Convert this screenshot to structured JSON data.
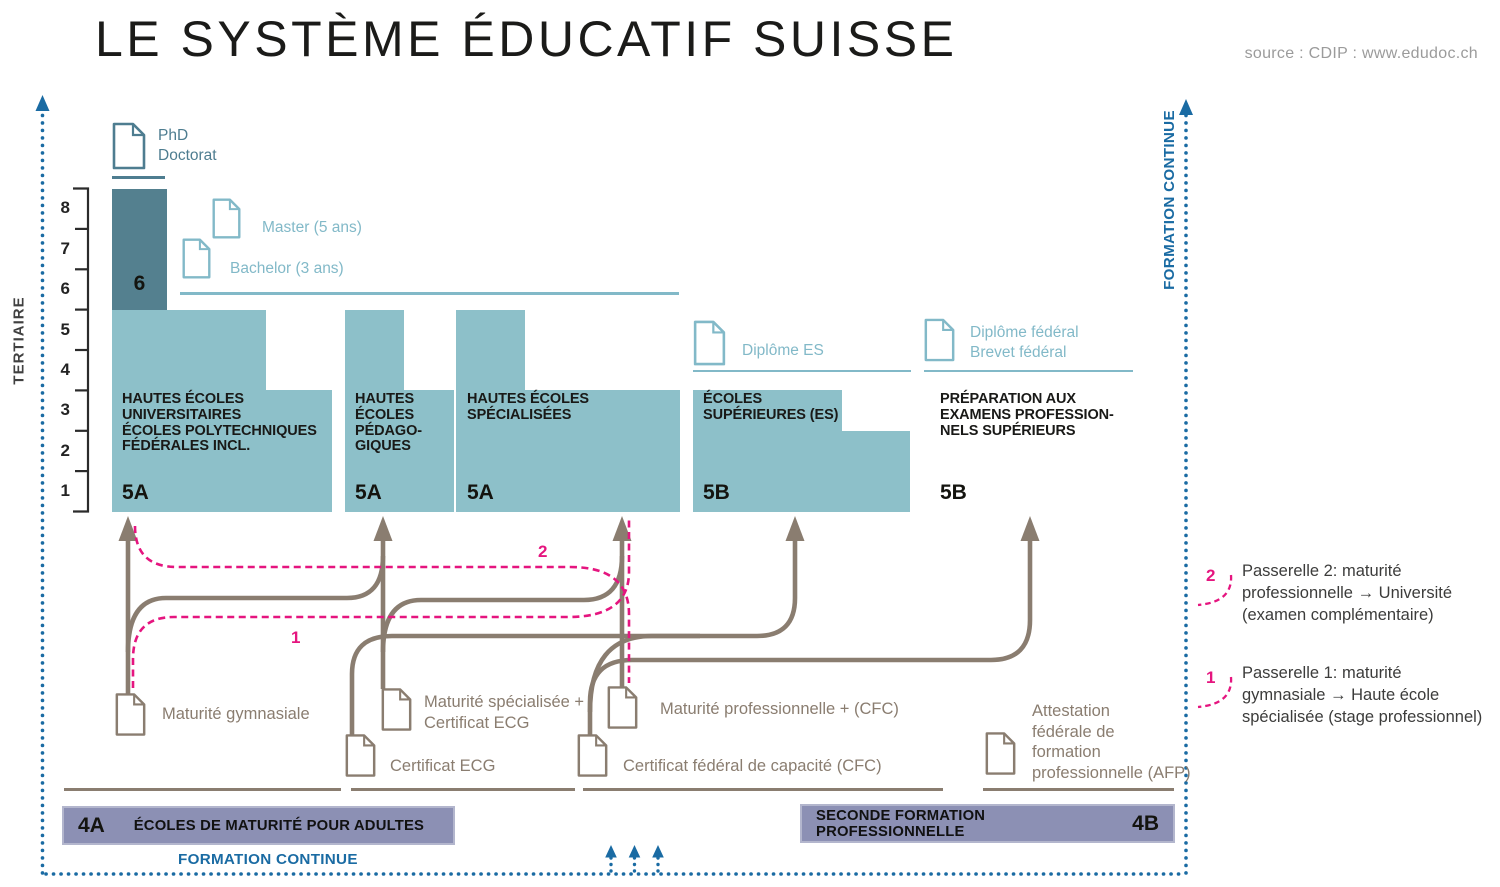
{
  "title": "LE SYSTÈME ÉDUCATIF SUISSE",
  "source": "source : CDIP : www.edudoc.ch",
  "left_axis": {
    "label": "TERTIAIRE",
    "levels": [
      "8",
      "7",
      "6",
      "5",
      "4",
      "3",
      "2",
      "1"
    ]
  },
  "right_axis": {
    "label": "FORMATION CONTINUE"
  },
  "bottom_axis": {
    "label": "FORMATION CONTINUE"
  },
  "degrees": {
    "phd": {
      "lines": [
        "PhD",
        "Doctorat"
      ]
    },
    "master": {
      "label": "Master (5 ans)"
    },
    "bachelor": {
      "label": "Bachelor (3 ans)"
    },
    "diplome_es": {
      "label": "Diplôme ES"
    },
    "diplome_federal": {
      "lines": [
        "Diplôme fédéral",
        "Brevet fédéral"
      ]
    }
  },
  "schools": {
    "doctorat_level": {
      "code": "6"
    },
    "heu": {
      "lines": [
        "HAUTES ÉCOLES",
        "UNIVERSITAIRES",
        "ÉCOLES POLYTECHNIQUES",
        "FÉDÉRALES INCL."
      ],
      "code": "5A"
    },
    "hep": {
      "lines": [
        "HAUTES",
        "ÉCOLES",
        "PÉDAGO-",
        "GIQUES"
      ],
      "code": "5A"
    },
    "hes": {
      "lines": [
        "HAUTES ÉCOLES",
        "SPÉCIALISÉES"
      ],
      "code": "5A"
    },
    "es": {
      "lines": [
        "ÉCOLES",
        "SUPÉRIEURES (ES)"
      ],
      "code": "5B"
    },
    "prep": {
      "lines": [
        "PRÉPARATION AUX",
        "EXAMENS PROFESSION-",
        "NELS SUPÉRIEURS"
      ],
      "code": "5B"
    }
  },
  "certificates": {
    "mat_gym": {
      "lines": [
        "Maturité gymnasiale"
      ]
    },
    "mat_spec": {
      "lines": [
        "Maturité spécialisée +",
        "Certificat ECG"
      ]
    },
    "ecg": {
      "lines": [
        "Certificat ECG"
      ]
    },
    "mat_pro": {
      "lines": [
        "Maturité professionnelle + (CFC)"
      ]
    },
    "cfc": {
      "lines": [
        "Certificat fédéral de capacité (CFC)"
      ]
    },
    "afp": {
      "lines": [
        "Attestation",
        "fédérale de",
        "formation",
        "professionnelle (AFP)"
      ]
    }
  },
  "passerelles": {
    "p1": {
      "num": "1",
      "lines": [
        "Passerelle 1: maturité",
        "gymnasiale → Haute école",
        "spécialisée (stage professionnel)"
      ]
    },
    "p2": {
      "num": "2",
      "lines": [
        "Passerelle 2: maturité",
        "professionnelle → Université",
        "(examen complémentaire)"
      ]
    }
  },
  "bars": {
    "adults": {
      "code": "4A",
      "label": "ÉCOLES DE MATURITÉ POUR ADULTES"
    },
    "seconde": {
      "label": "SECONDE FORMATION PROFESSIONNELLE",
      "code": "4B"
    }
  },
  "colors": {
    "blue": "#1a6ba3",
    "teal": "#8dc0c9",
    "teal_dark": "#54808f",
    "icon_teal_light": "#82b9c8",
    "icon_teal_dark": "#4e7d90",
    "brown": "#8a7d70",
    "pink": "#e5157f",
    "purple": "#8c90b4",
    "purple_border": "#b3b6cd"
  }
}
